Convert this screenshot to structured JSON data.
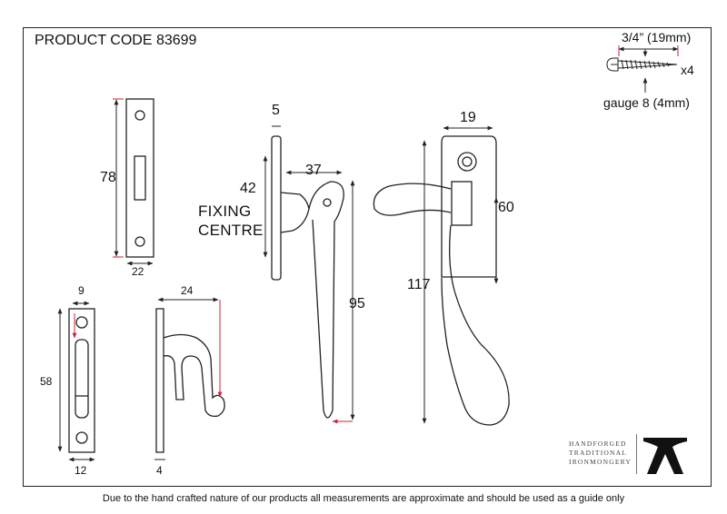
{
  "header": {
    "product_code": "PRODUCT CODE 83699"
  },
  "screw_spec": {
    "length": "3/4” (19mm)",
    "quantity": "x4",
    "gauge": "gauge 8 (4mm)",
    "icon": "screw-icon"
  },
  "striker_plate": {
    "height": "78",
    "width": "22"
  },
  "keep": {
    "width": "9",
    "height": "58",
    "base_width": "12"
  },
  "hook_keep": {
    "depth": "24",
    "plate_thickness": "4"
  },
  "fastener_side": {
    "plate_thickness": "5",
    "projection": "37",
    "fixing_centre_value": "42",
    "fixing_centre_label": [
      "FIXING",
      "CENTRE"
    ],
    "handle_length": "95"
  },
  "fastener_front": {
    "plate_width": "19",
    "plate_height": "60",
    "overall_length": "117"
  },
  "brand": {
    "lines": [
      "HANDFORGED",
      "TRADITIONAL",
      "IRONMONGERY"
    ],
    "logo": "anvil-logo-icon"
  },
  "footer": {
    "disclaimer": "Due to the hand crafted nature of our products all measurements are approximate and should be used as a guide only"
  }
}
